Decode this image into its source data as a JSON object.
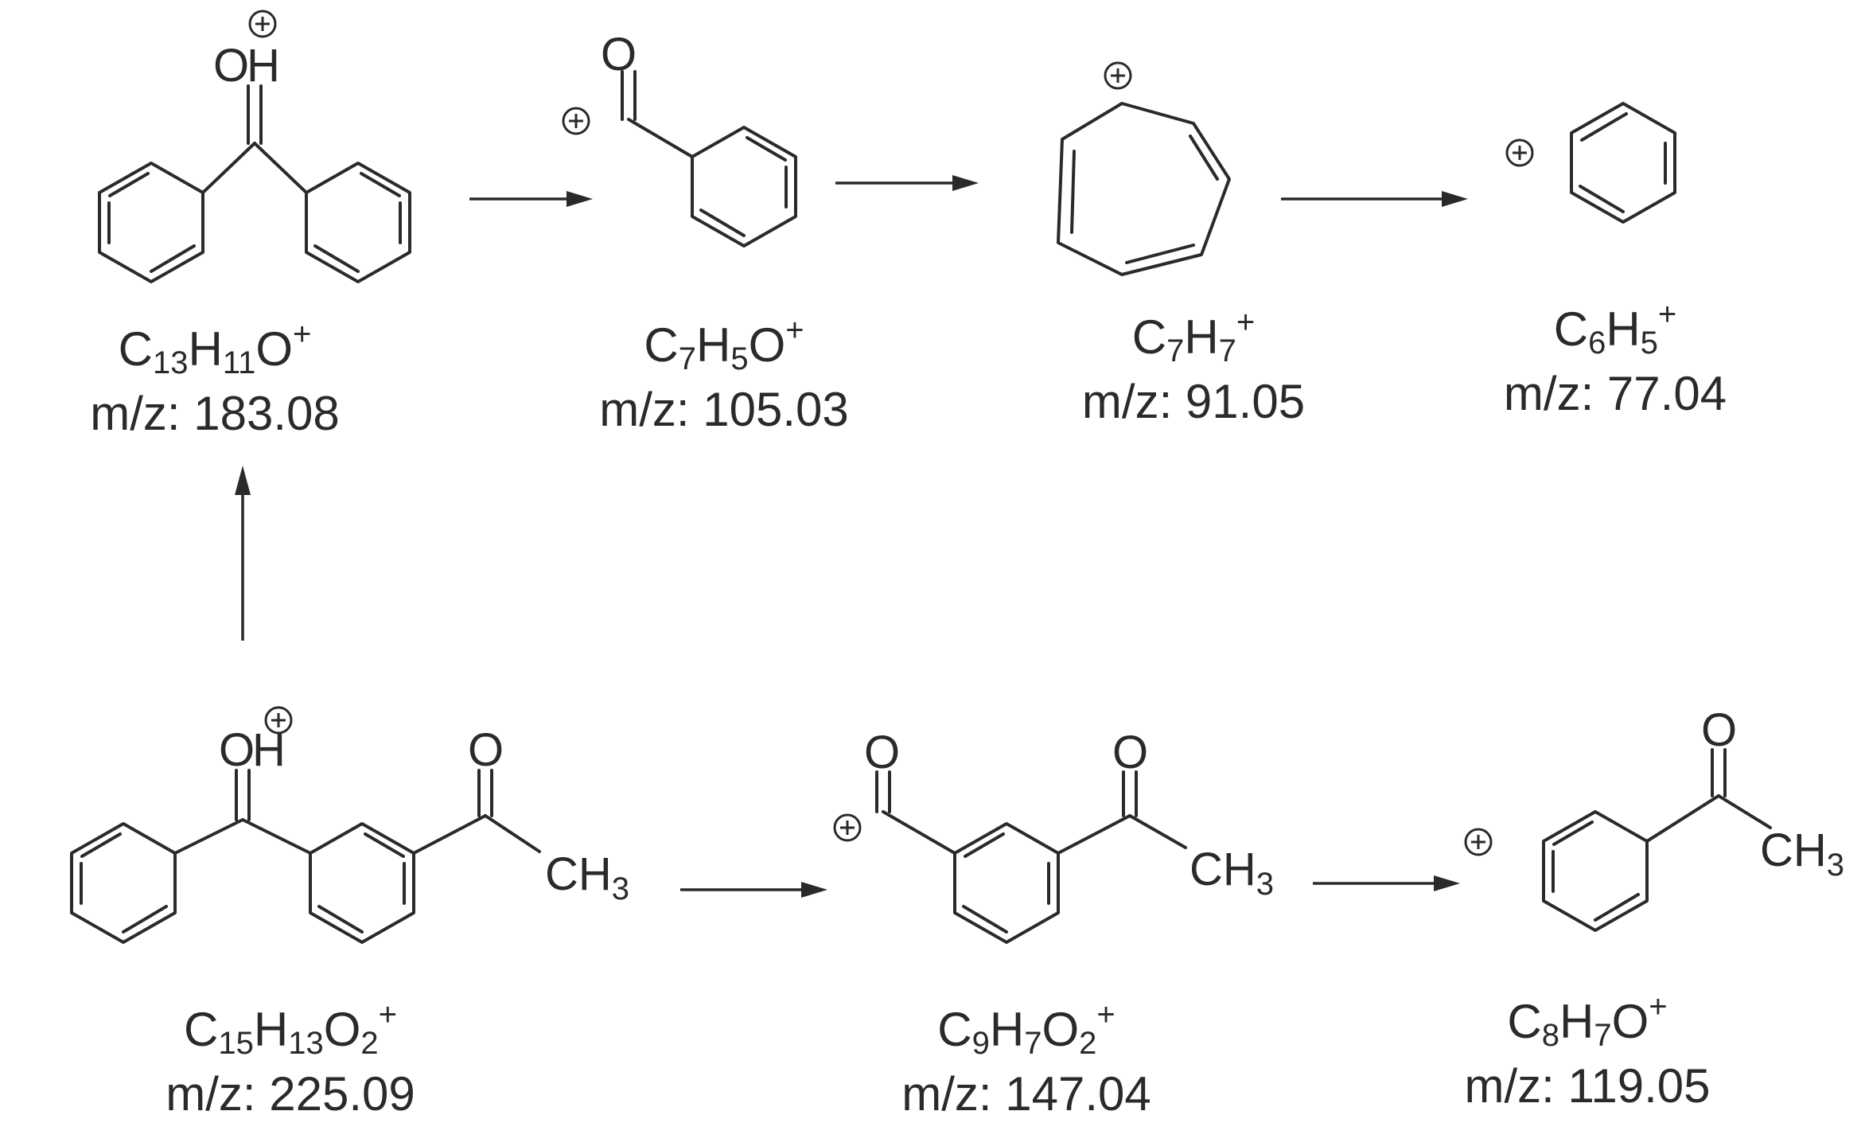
{
  "fragments": [
    {
      "id": "f183",
      "formula": "C13H11O+",
      "mz": "m/z: 183.08"
    },
    {
      "id": "f105",
      "formula": "C7H5O+",
      "mz": "m/z: 105.03"
    },
    {
      "id": "f91",
      "formula": "C7H7+",
      "mz": "m/z: 91.05"
    },
    {
      "id": "f77",
      "formula": "C6H5+",
      "mz": "m/z: 77.04"
    },
    {
      "id": "f225",
      "formula": "C15H13O2+",
      "mz": "m/z: 225.09"
    },
    {
      "id": "f147",
      "formula": "C9H7O2+",
      "mz": "m/z: 147.04"
    },
    {
      "id": "f119",
      "formula": "C8H7O+",
      "mz": "m/z: 119.05"
    }
  ],
  "atoms": {
    "oxygen": "O",
    "hydrogen": "H",
    "methyl": "CH3"
  }
}
